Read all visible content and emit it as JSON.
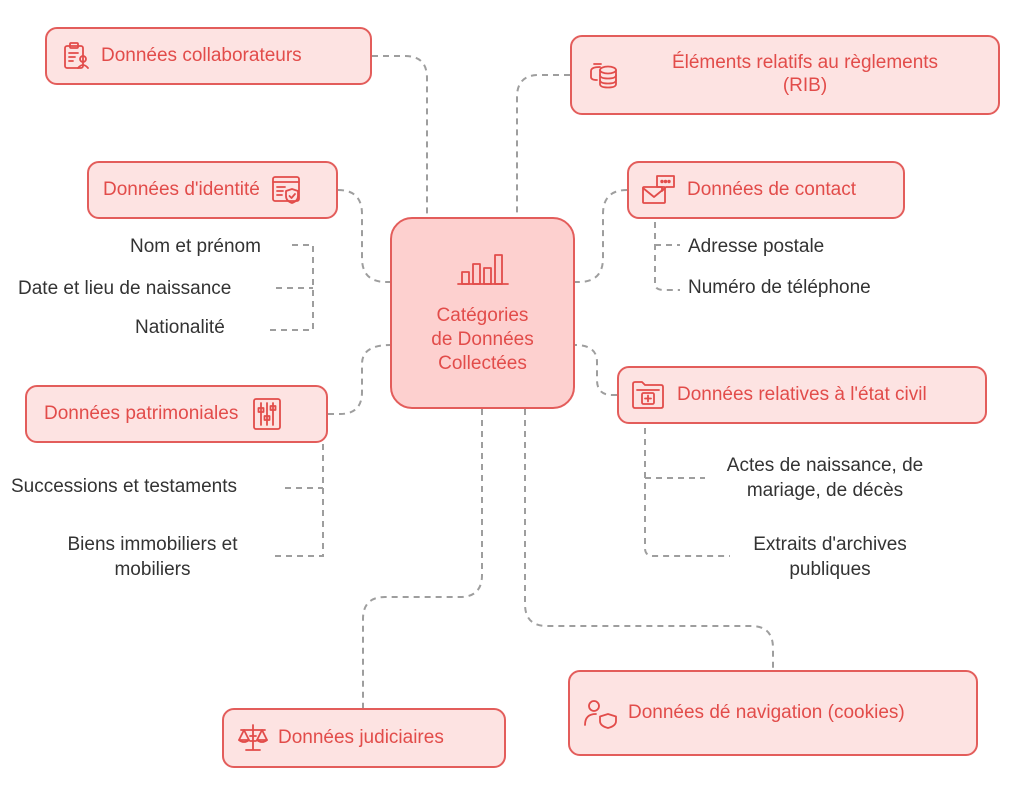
{
  "center": {
    "label_lines": [
      "Catégories",
      "de Données",
      "Collectées"
    ],
    "icon": "bar-chart-icon"
  },
  "nodes": {
    "collaborateurs": {
      "label": "Données collaborateurs",
      "icon": "clipboard-user-icon"
    },
    "reglements": {
      "label_lines": [
        "Éléments relatifs au règlements",
        "(RIB)"
      ],
      "icon": "coins-stack-icon"
    },
    "identite": {
      "label": "Données d'identité",
      "icon": "id-card-shield-icon",
      "children": [
        "Nom et prénom",
        "Date et lieu de naissance",
        "Nationalité"
      ]
    },
    "contact": {
      "label": "Données de contact",
      "icon": "mail-chat-icon",
      "children": [
        "Adresse postale",
        "Numéro de téléphone"
      ]
    },
    "patrimoniales": {
      "label": "Données patrimoniales",
      "icon": "sliders-icon",
      "children": [
        "Successions et testaments",
        "Biens immobiliers et mobiliers"
      ]
    },
    "etat_civil": {
      "label": "Données relatives à l'état civil",
      "icon": "medical-folder-icon",
      "children": [
        "Actes de naissance, de mariage, de décès",
        "Extraits d'archives publiques"
      ]
    },
    "judiciaires": {
      "label": "Données judiciaires",
      "icon": "scales-icon"
    },
    "navigation": {
      "label": "Données dé navigation (cookies)",
      "icon": "user-shield-icon"
    }
  },
  "colors": {
    "node_fill": "#fde3e2",
    "center_fill": "#fdd0cf",
    "border": "#e35d5b",
    "accent_text": "#e24c4a",
    "leaf_text": "#333333",
    "connector": "#9e9e9e"
  }
}
